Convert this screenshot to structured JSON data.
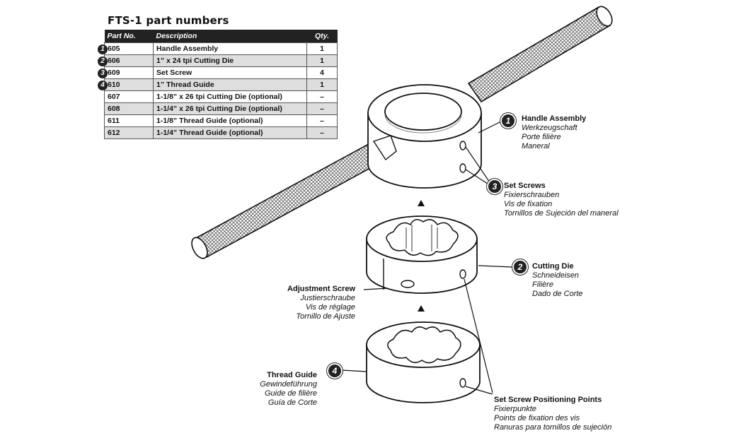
{
  "title": "FTS-1 part numbers",
  "table": {
    "headers": [
      "Part No.",
      "Description",
      "Qty."
    ],
    "rows": [
      {
        "badge": "1",
        "part": "605",
        "desc": "Handle Assembly",
        "qty": "1"
      },
      {
        "badge": "2",
        "part": "606",
        "desc": "1” x 24 tpi Cutting Die",
        "qty": "1"
      },
      {
        "badge": "3",
        "part": "609",
        "desc": "Set Screw",
        "qty": "4"
      },
      {
        "badge": "4",
        "part": "610",
        "desc": "1” Thread Guide",
        "qty": "1"
      },
      {
        "badge": "",
        "part": "607",
        "desc": "1-1/8” x 26 tpi Cutting Die (optional)",
        "qty": "–"
      },
      {
        "badge": "",
        "part": "608",
        "desc": "1-1/4” x 26 tpi Cutting Die (optional)",
        "qty": "–"
      },
      {
        "badge": "",
        "part": "611",
        "desc": "1-1/8” Thread Guide (optional)",
        "qty": "–"
      },
      {
        "badge": "",
        "part": "612",
        "desc": "1-1/4” Thread Guide (optional)",
        "qty": "–"
      }
    ]
  },
  "callouts": {
    "handle": {
      "num": "1",
      "heading": "Handle Assembly",
      "lines": [
        "Werkzeugschaft",
        "Porte filière",
        "Maneral"
      ]
    },
    "setscrews": {
      "num": "3",
      "heading": "Set Screws",
      "lines": [
        "Fixierschrauben",
        "Vis de fixation",
        "Tornillos de Sujeción del maneral"
      ]
    },
    "cuttingdie": {
      "num": "2",
      "heading": "Cutting Die",
      "lines": [
        "Schneideisen",
        "Filière",
        "Dado de Corte"
      ]
    },
    "adjust": {
      "heading": "Adjustment Screw",
      "lines": [
        "Justierschraube",
        "Vis de réglage",
        "Tornillo de Ajuste"
      ]
    },
    "guide": {
      "num": "4",
      "heading": "Thread Guide",
      "lines": [
        "Gewindeführung",
        "Guide de filière",
        "Guía de Corte"
      ]
    },
    "positioning": {
      "heading": "Set Screw Positioning Points",
      "lines": [
        "Fixierpunkte",
        "Points de fixation des vis",
        "Ranuras para tornillos de sujeción"
      ]
    }
  },
  "colors": {
    "ink": "#111111",
    "header_bg": "#222222",
    "row_alt": "#dedede"
  }
}
